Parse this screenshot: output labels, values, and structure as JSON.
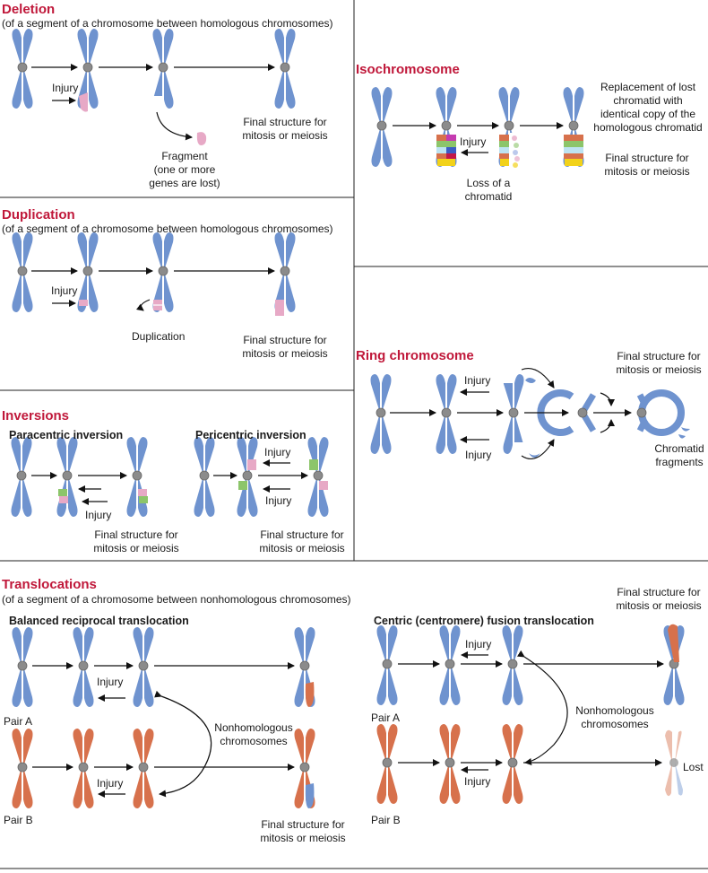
{
  "deletion": {
    "title": "Deletion",
    "subtitle": "(of a segment of a chromosome between homologous chromosomes)",
    "injury": "Injury",
    "fragment": "Fragment\n(one or more\ngenes are lost)",
    "final": "Final structure for\nmitosis or meiosis"
  },
  "duplication": {
    "title": "Duplication",
    "subtitle": "(of a segment of a chromosome between homologous chromosomes)",
    "injury": "Injury",
    "duplication_label": "Duplication",
    "final": "Final structure for\nmitosis or meiosis"
  },
  "inversions": {
    "title": "Inversions",
    "paracentric": "Paracentric inversion",
    "pericentric": "Pericentric inversion",
    "injury": "Injury",
    "final": "Final structure for\nmitosis or meiosis"
  },
  "isochromosome": {
    "title": "Isochromosome",
    "replacement": "Replacement of lost\nchromatid with\nidentical copy of the\nhomologous chromatid",
    "injury": "Injury",
    "loss": "Loss of a\nchromatid",
    "final": "Final structure for\nmitosis or meiosis"
  },
  "ring": {
    "title": "Ring chromosome",
    "injury": "Injury",
    "final": "Final structure for\nmitosis or meiosis",
    "fragments": "Chromatid\nfragments"
  },
  "translocations": {
    "title": "Translocations",
    "subtitle": "(of a segment of a chromosome between nonhomologous chromosomes)",
    "balanced": "Balanced reciprocal translocation",
    "centric": "Centric (centromere) fusion translocation",
    "pair_a": "Pair A",
    "pair_b": "Pair B",
    "injury": "Injury",
    "nonhomologous": "Nonhomologous\nchromosomes",
    "final": "Final structure for\nmitosis or meiosis",
    "lost": "Lost"
  },
  "colors": {
    "blue": "#6f93cf",
    "orange": "#d7714c",
    "pink": "#e7a9c6",
    "green": "#8cc56a",
    "centromere": "#8b8b8b",
    "title": "#c0183a"
  }
}
